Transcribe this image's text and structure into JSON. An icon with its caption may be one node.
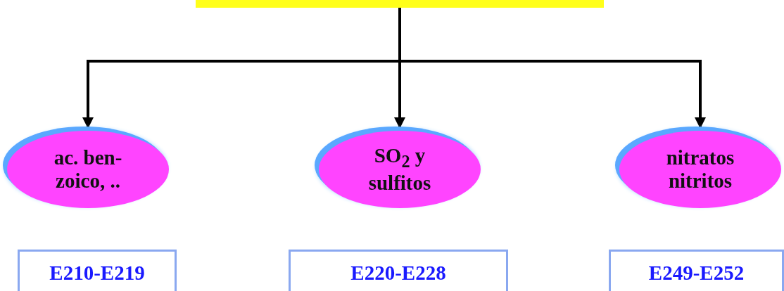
{
  "diagram": {
    "nodes": [
      {
        "text": [],
        "shape": "bar"
      },
      {
        "text": [
          "ac. ben- zoico, .."
        ]
      },
      {
        "text": [
          "SO$_{2}$ y sulfitos"
        ]
      },
      {
        "text": [
          "nitratos nitritos"
        ]
      },
      {
        "text": [
          "E210-E219"
        ]
      },
      {
        "text": [
          "E220-E228"
        ]
      },
      {
        "text": [
          "E249-E252"
        ]
      }
    ],
    "edges": [
      {
        "from": 0,
        "to": 1,
        "arrow": "to"
      },
      {
        "from": 0,
        "to": 2,
        "arrow": "to"
      },
      {
        "from": 0,
        "to": 3,
        "arrow": "to"
      }
    ]
  }
}
